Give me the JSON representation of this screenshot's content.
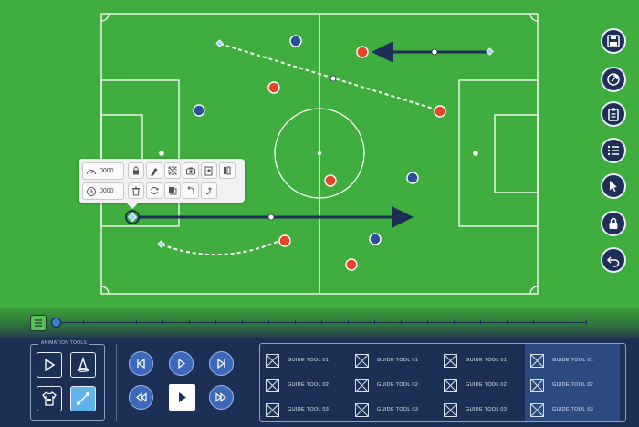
{
  "pitch": {
    "colors": {
      "grass": "#3fae3e",
      "lines": "#ffffff",
      "red_team": "#e8432b",
      "blue_team": "#2d4f9a",
      "arrow": "#1f2e55"
    }
  },
  "right_toolbar": [
    {
      "name": "save-icon"
    },
    {
      "name": "export-icon"
    },
    {
      "name": "clipboard-icon"
    },
    {
      "name": "list-icon"
    },
    {
      "name": "cursor-icon"
    },
    {
      "name": "lock-icon"
    },
    {
      "name": "undo-icon"
    }
  ],
  "popup": {
    "speed_value": "0000",
    "time_value": "0000"
  },
  "animation_tools": {
    "title": "ANIMATION TOOLS"
  },
  "guide_tools": {
    "columns": [
      [
        "GUIDE TOOL 01",
        "GUIDE TOOL 02",
        "GUIDE TOOL 03"
      ],
      [
        "GUIDE TOOL 01",
        "GUIDE TOOL 02",
        "GUIDE TOOL 03"
      ],
      [
        "GUIDE TOOL 01",
        "GUIDE TOOL 02",
        "GUIDE TOOL 03"
      ],
      [
        "GUIDE TOOL 01",
        "GUIDE TOOL 02",
        "GUIDE TOOL 03"
      ]
    ],
    "highlighted_column": 4
  }
}
